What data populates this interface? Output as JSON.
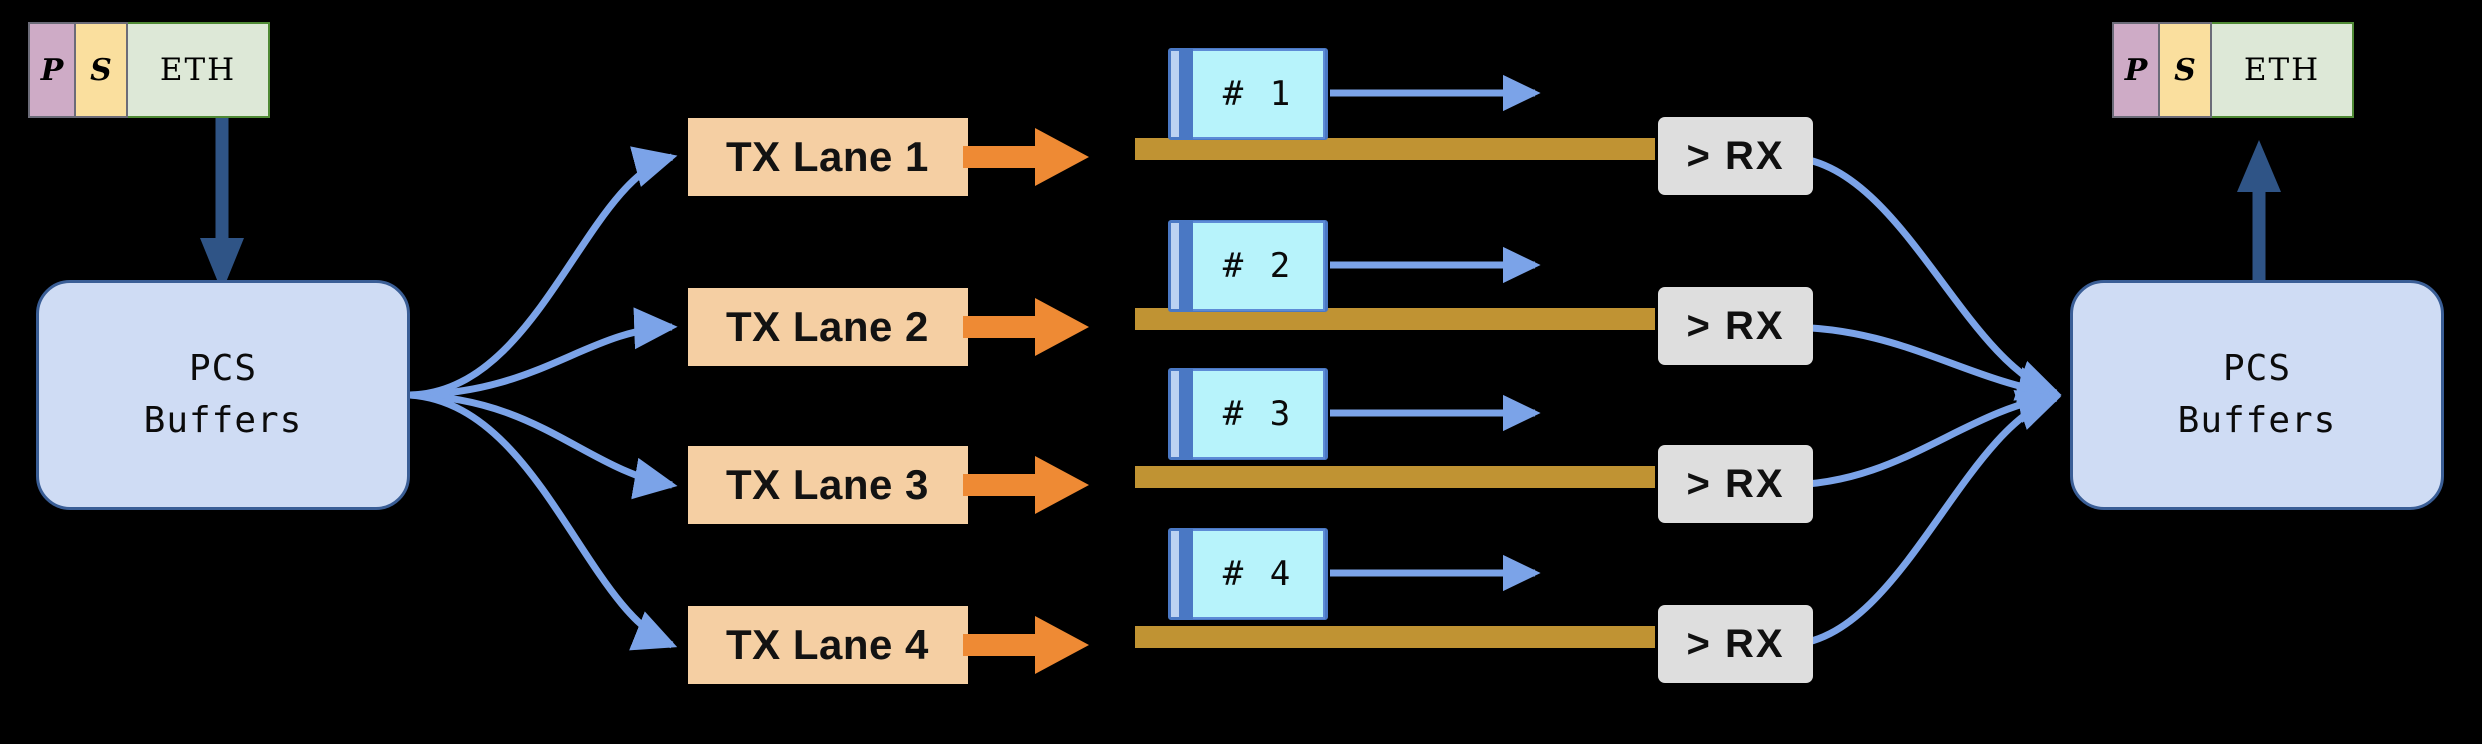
{
  "diagram": {
    "title": "Ethernet PCS lane distribution and reassembly",
    "background": "#000000",
    "accents": {
      "frame_preamble": "#ceabc6",
      "frame_sfd": "#fadf9e",
      "frame_payload": "#dde8d7",
      "pcs_fill": "#cfdcf4",
      "pcs_border": "#3a5e96",
      "tx_lane_fill": "#f5cfa3",
      "tx_arrow": "#ee8a34",
      "serial_bar": "#c09333",
      "packet_fill": "#b7f3fb",
      "packet_border": "#4a78c4",
      "rx_fill": "#dedede",
      "wire": "#7ba3e8",
      "vertical_arrow": "#2f5486"
    }
  },
  "left_frame": {
    "name": "ingress-ethernet-frame",
    "preamble": "P",
    "sfd": "S",
    "payload": "ETH"
  },
  "right_frame": {
    "name": "egress-ethernet-frame",
    "preamble": "P",
    "sfd": "S",
    "payload": "ETH"
  },
  "left_pcs": {
    "line1": "PCS",
    "line2": "Buffers"
  },
  "right_pcs": {
    "line1": "PCS",
    "line2": "Buffers"
  },
  "tx_lanes": [
    {
      "label": "TX Lane 1"
    },
    {
      "label": "TX Lane 2"
    },
    {
      "label": "TX Lane 3"
    },
    {
      "label": "TX Lane 4"
    }
  ],
  "packets": [
    {
      "label": "#  1"
    },
    {
      "label": "#  2"
    },
    {
      "label": "#  3"
    },
    {
      "label": "#  4"
    }
  ],
  "rx_blocks": [
    {
      "label": "> RX"
    },
    {
      "label": "> RX"
    },
    {
      "label": "> RX"
    },
    {
      "label": "> RX"
    }
  ],
  "arrows": {
    "ingress_direction": "down",
    "egress_direction": "up",
    "fanout_count": 4,
    "fanin_count": 4
  }
}
